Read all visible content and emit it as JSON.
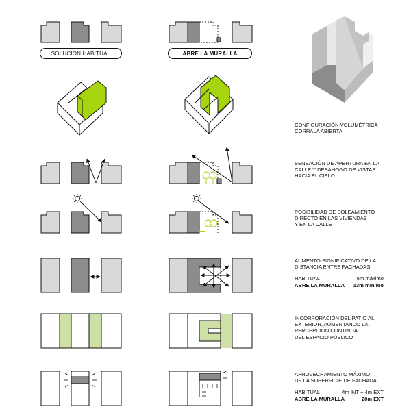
{
  "labels": {
    "habitual": "SOLUCION HABITUAL",
    "muralla": "ABRE LA MURALLA"
  },
  "captions": {
    "c1": [
      "CONFIGURACIÓN VOLUMÉTRICA",
      "CORRALA ABIERTA"
    ],
    "c2": [
      "SENSACIÓN DE APERTURA EN LA",
      "CALLE Y DESAHOGO DE VISTAS",
      "HACIA EL CIELO"
    ],
    "c3": [
      "POSIBILIDAD DE SOLEAMIENTO",
      "DIRECTO EN LAS VIVIENDAS",
      "Y EN LA CALLE"
    ],
    "c4": [
      "AUMENTO SIGNIFICATIVO DE LA",
      "DISTANCIA ENTRE FACHADAS"
    ],
    "c5": [
      "INCORPORACIÓN DEL PATIO AL",
      "EXTERIOR, AUMENTANDO LA",
      "PERCEPCIÓN CONTINUA",
      "DEL ESPACIO PÚBLICO"
    ],
    "c6": [
      "APROVECHAMIENTO MÁXIMO",
      "DE LA SUPERFICIE DE FACHADA"
    ]
  },
  "comparisons": {
    "distance": {
      "habitual_label": "HABITUAL",
      "habitual_value": "6m máximo",
      "muralla_label": "ABRE LA MURALLA",
      "muralla_value": "13m mínimo"
    },
    "facade": {
      "habitual_label": "HABITUAL",
      "habitual_value": "4m INT + 4m EXT",
      "muralla_label": "ABRE LA MURALLA",
      "muralla_value": "20m EXT"
    }
  },
  "colors": {
    "light_gray": "#d9d9d9",
    "dark_gray": "#8c8c8c",
    "lime": "#a6d40f",
    "pale_green": "#cfe0a6",
    "outline": "#111111"
  }
}
